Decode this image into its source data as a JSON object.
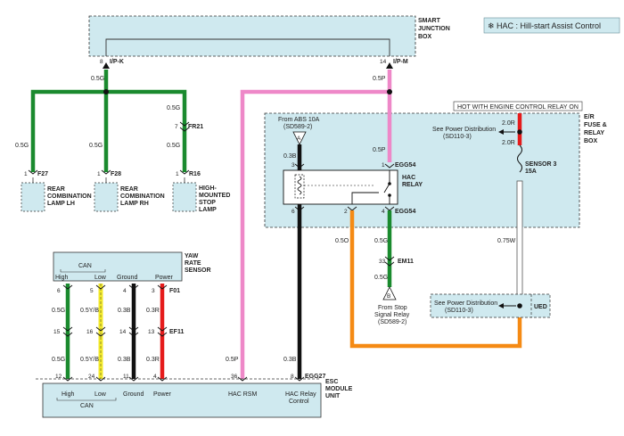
{
  "legend": {
    "symbol": "❄",
    "text": "HAC : Hill-start Assist Control"
  },
  "sjb": {
    "title_l1": "SMART",
    "title_l2": "JUNCTION",
    "title_l3": "BOX",
    "pin_a": "8",
    "conn_a": "I/P-K",
    "pin_b": "14",
    "conn_b": "I/P-M"
  },
  "er": {
    "hot": "HOT WITH ENGINE CONTROL RELAY ON",
    "title_l1": "E/R",
    "title_l2": "FUSE &",
    "title_l3": "RELAY",
    "title_l4": "BOX",
    "see1_l1": "See Power Distribution",
    "see1_l2": "(SD110-3)",
    "w_top1": "2.0R",
    "w_top2": "2.0R",
    "fuse_l1": "SENSOR 3",
    "fuse_l2": "15A",
    "from_abs_l1": "From ABS 10A",
    "from_abs_l2": "(SD589-2)",
    "pinA": "A",
    "relay_l1": "HAC",
    "relay_l2": "RELAY",
    "pin3": "3",
    "pin1": "1",
    "pin2": "2",
    "pin4": "4",
    "pin6": "6",
    "conn_top": "EGG54",
    "conn_bot": "EGG54"
  },
  "lamps": {
    "w_main": "0.5G",
    "w_left": "0.5G",
    "w_mid": "0.5G",
    "w_right_top": "0.5G",
    "w_right": "0.5G",
    "fr21_pin": "7",
    "fr21": "FR21",
    "lh_pin": "1",
    "lh_conn": "F27",
    "lh_l1": "REAR",
    "lh_l2": "COMBINATION",
    "lh_l3": "LAMP LH",
    "rh_pin": "1",
    "rh_conn": "F28",
    "rh_l1": "REAR",
    "rh_l2": "COMBINATION",
    "rh_l3": "LAMP RH",
    "hm_pin": "1",
    "hm_conn": "R16",
    "hm_l1": "HIGH-",
    "hm_l2": "MOUNTED",
    "hm_l3": "STOP",
    "hm_l4": "LAMP"
  },
  "wires": {
    "pink_sjb": "0.5P",
    "pink_relay": "0.5P",
    "black": "0.3B",
    "black_bot": "0.3B",
    "orange": "0.5O",
    "green_em": "0.5G",
    "green_em2": "0.5G",
    "white": "0.75W",
    "pink_esc": "0.5P"
  },
  "em11": {
    "pin": "33",
    "conn": "EM11",
    "pinB": "B",
    "from_l1": "From Stop",
    "from_l2": "Signal Relay",
    "from_l3": "(SD589-2)"
  },
  "ued": {
    "see_l1": "See Power Distribution",
    "see_l2": "(SD110-3)",
    "label": "UED"
  },
  "yaw": {
    "title_l1": "YAW",
    "title_l2": "RATE",
    "title_l3": "SENSOR",
    "can": "CAN",
    "high": "High",
    "low": "Low",
    "ground": "Ground",
    "power": "Power",
    "p_high": "6",
    "p_low": "5",
    "p_gnd": "4",
    "p_pwr": "3",
    "conn": "F01",
    "w1": "0.5G",
    "w2": "0.5Y/B",
    "w3": "0.3B",
    "w4": "0.3R",
    "e_high": "15",
    "e_low": "16",
    "e_gnd": "14",
    "e_pwr": "13",
    "econn": "EF11",
    "w1b": "0.5G",
    "w2b": "0.5Y/B",
    "w3b": "0.3B",
    "w4b": "0.3R"
  },
  "esc": {
    "title_l1": "ESC",
    "title_l2": "MODULE",
    "title_l3": "UNIT",
    "p_high": "12",
    "p_low": "24",
    "p_gnd": "11",
    "p_pwr": "4",
    "p_rsm": "36",
    "p_relay": "8",
    "conn": "EGG27",
    "high": "High",
    "low": "Low",
    "can": "CAN",
    "ground": "Ground",
    "power": "Power",
    "rsm": "HAC RSM",
    "relay_l1": "HAC Relay",
    "relay_l2": "Control"
  },
  "colors": {
    "box_fill": "#cfe9ef",
    "green": "#1a8a2e",
    "pink": "#ee88c8",
    "black": "#111111",
    "orange": "#f58a14",
    "red": "#e51b1b",
    "yellow": "#f3ea2a",
    "white_wire": "#ffffff"
  }
}
